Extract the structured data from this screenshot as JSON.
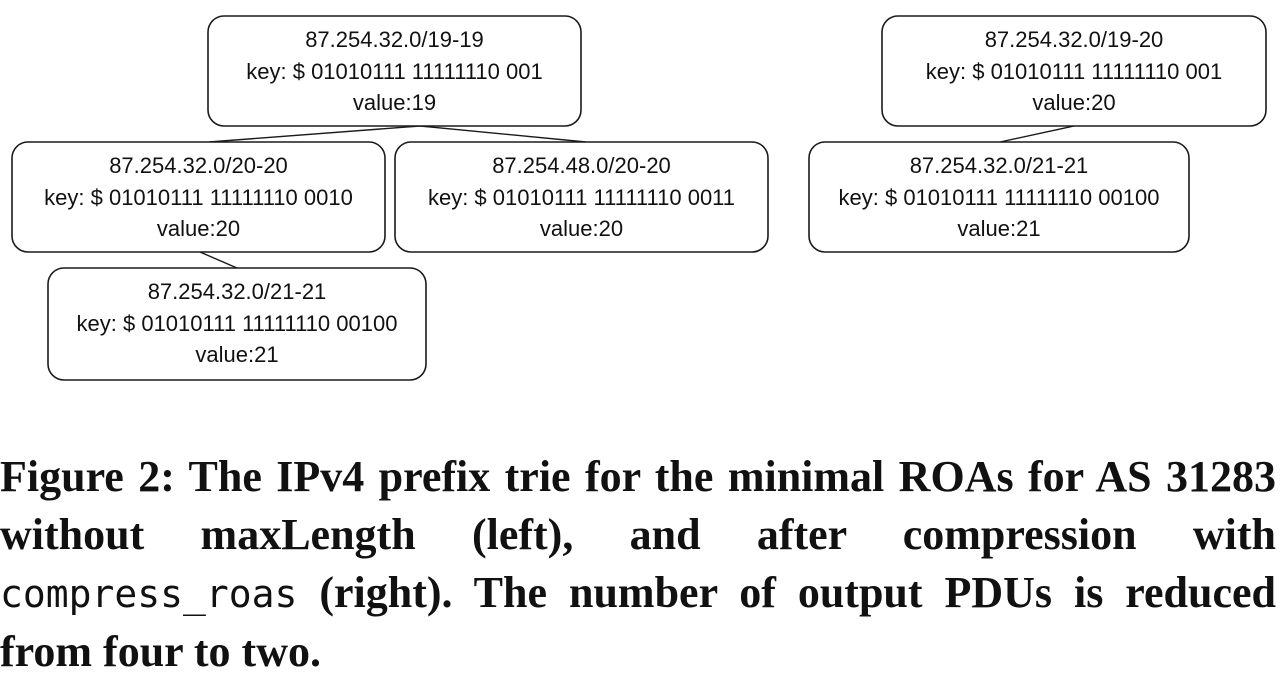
{
  "nodes": [
    {
      "id": "left-root",
      "prefix": "87.254.32.0/19-19",
      "key": "key: $ 01010111 11111110 001",
      "value": "value:19"
    },
    {
      "id": "left-a",
      "prefix": "87.254.32.0/20-20",
      "key": "key: $ 01010111 11111110 0010",
      "value": "value:20"
    },
    {
      "id": "left-b",
      "prefix": "87.254.48.0/20-20",
      "key": "key: $ 01010111 11111110 0011",
      "value": "value:20"
    },
    {
      "id": "left-c",
      "prefix": "87.254.32.0/21-21",
      "key": "key: $ 01010111 11111110 00100",
      "value": "value:21"
    },
    {
      "id": "right-root",
      "prefix": "87.254.32.0/19-20",
      "key": "key: $ 01010111 11111110 001",
      "value": "value:20"
    },
    {
      "id": "right-a",
      "prefix": "87.254.32.0/21-21",
      "key": "key: $ 01010111 11111110 00100",
      "value": "value:21"
    }
  ],
  "edges": [
    [
      "left-root",
      "left-a"
    ],
    [
      "left-root",
      "left-b"
    ],
    [
      "left-a",
      "left-c"
    ],
    [
      "right-root",
      "right-a"
    ]
  ],
  "caption": {
    "label": "Figure 2:",
    "text1": "The IPv4 prefix trie for the minimal ROAs for AS 31283 without maxLength (left), and after compression with",
    "code": "compress_roas",
    "text2": "(right). The number of output PDUs is reduced from four to two."
  }
}
